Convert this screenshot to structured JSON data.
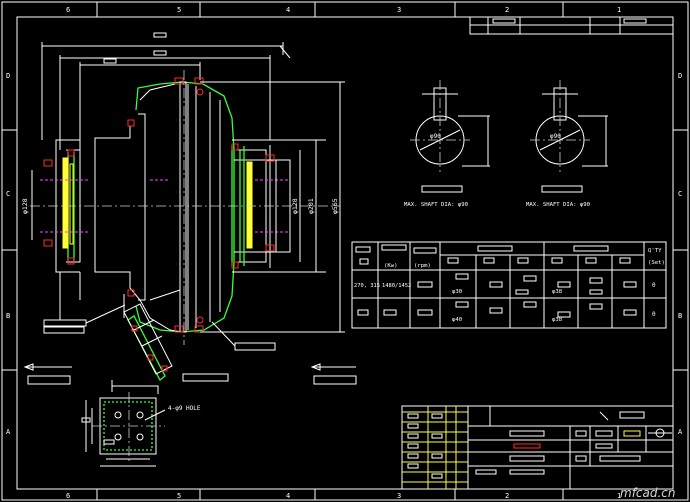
{
  "zone_numbers_top": [
    "6",
    "5",
    "4",
    "3",
    "2",
    "1"
  ],
  "zone_numbers_bottom": [
    "6",
    "5",
    "4",
    "3",
    "2",
    "1"
  ],
  "zone_letters": [
    "D",
    "C",
    "B",
    "A"
  ],
  "dimensions": {
    "left_hub_bore": "φ128",
    "right_hub_bore": "φ128",
    "right_hub_outer": "φ201",
    "housing_diameter": "φ565"
  },
  "keyway_left": {
    "bore": "φ90",
    "label": "MAX. SHAFT DIA: φ90"
  },
  "keyway_right": {
    "bore": "φ90",
    "label": "MAX. SHAFT DIA: φ90"
  },
  "spec_table": {
    "unit_row": [
      "(Kw)",
      "(rpm)"
    ],
    "qty_header": [
      "Q'TY",
      "(Set)"
    ],
    "row1": {
      "power": "270, 315",
      "speed": "1480/1452",
      "bore_1": "φ30",
      "bore_2": "φ38",
      "qty": "0"
    },
    "row2": {
      "bore_1": "φ40",
      "bore_2": "φ38",
      "qty": "0"
    }
  },
  "base_detail_label": "4-φ9 HOLE",
  "watermark": "mfcad.cn",
  "colors": {
    "background": "#000000",
    "line": "#ffffff",
    "flange": "#37ff37",
    "bolt": "#ff2a2a",
    "coupling": "#ffff3a",
    "dash": "#ff40ff"
  }
}
